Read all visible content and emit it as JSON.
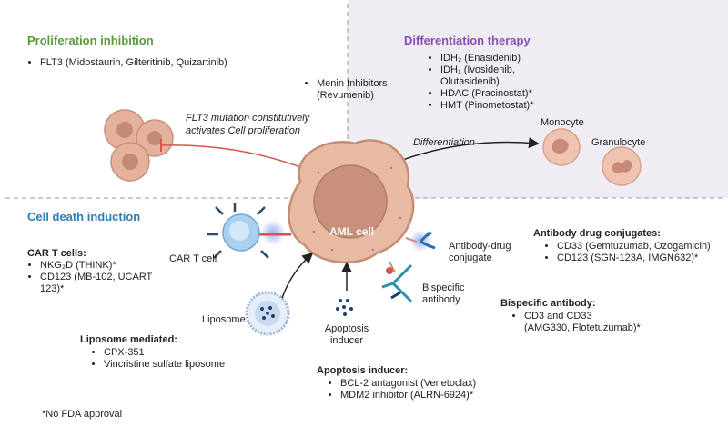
{
  "colors": {
    "green": "#5a9a3a",
    "purple": "#8a4fb2",
    "blue": "#2f7fb5",
    "red_arrow": "#d9534f",
    "cell_fill": "#e8b9a3",
    "panel_bg": "#efedf3"
  },
  "proliferation": {
    "title": "Proliferation inhibition",
    "items": [
      "FLT3 (Midostaurin, Gilteritinib, Quizartinib)"
    ],
    "arrow_label_1": "FLT3 mutation constitutively",
    "arrow_label_2": "activates Cell proliferation"
  },
  "menin": {
    "line1": "Menin Inhibitors",
    "line2": "(Revumenib)"
  },
  "differentiation": {
    "title": "Differentiation therapy",
    "items": [
      "IDH₂ (Enasidenib)",
      "IDH₁ (Ivosidenib,",
      "Olutasidenib)",
      "HDAC (Pracinostat)*",
      "HMT (Pinometostat)*"
    ],
    "arrow_label": "Differentiation",
    "monocyte": "Monocyte",
    "granulocyte": "Granulocyte"
  },
  "aml_cell": "AML cell",
  "cell_death": {
    "title": "Cell death induction",
    "car_t_heading": "CAR T cells:",
    "car_t_items": [
      "NKG₂D (THINK)*",
      "CD123 (MB-102, UCART",
      "123)*"
    ],
    "car_t_label": "CAR T cell",
    "liposome_label": "Liposome",
    "liposome_heading": "Liposome mediated:",
    "liposome_items": [
      "CPX-351",
      "Vincristine sulfate liposome"
    ],
    "apoptosis_label_1": "Apoptosis",
    "apoptosis_label_2": "inducer",
    "apoptosis_heading": "Apoptosis inducer:",
    "apoptosis_items": [
      "BCL-2 antagonist (Venetoclax)",
      "MDM2 inhibitor (ALRN-6924)*"
    ],
    "adc_label_1": "Antibody-drug",
    "adc_label_2": "conjugate",
    "bispecific_label_1": "Bispecific",
    "bispecific_label_2": "antibody",
    "adc_heading": "Antibody drug conjugates:",
    "adc_items": [
      "CD33 (Gemtuzumab, Ozogamicin)",
      "CD123 (SGN-123A, IMGN632)*"
    ],
    "bispecific_heading": "Bispecific antibody:",
    "bispecific_items": [
      "CD3 and CD33",
      "(AMG330, Flotetuzumab)*"
    ]
  },
  "footnote": "*No FDA approval"
}
